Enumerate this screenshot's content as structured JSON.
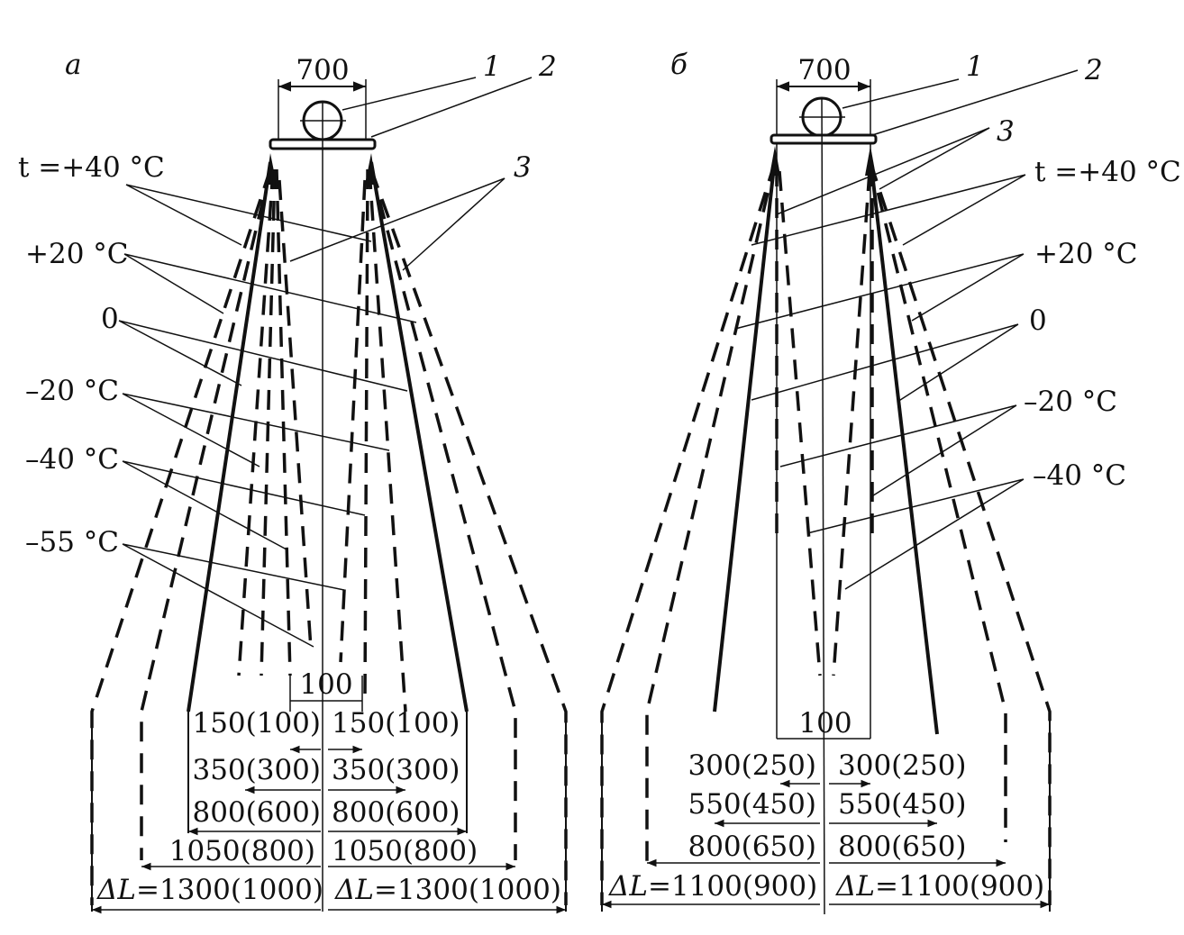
{
  "panel_a": {
    "letter": "а",
    "top_width": "700",
    "callouts": [
      "1",
      "2",
      "3"
    ],
    "temperatures": [
      "t =+40 °C",
      "+20 °C",
      "0",
      "–20 °C",
      "–40 °C",
      "–55 °C"
    ],
    "center_gap": "100",
    "dims_left": [
      "150(100)",
      "350(300)",
      "800(600)",
      "1050(800)"
    ],
    "dims_right": [
      "150(100)",
      "350(300)",
      "800(600)",
      "1050(800)"
    ],
    "delta_prefix": "ΔL",
    "delta_left": "=1300(1000)",
    "delta_right": "=1300(1000)"
  },
  "panel_b": {
    "letter": "б",
    "top_width": "700",
    "callouts": [
      "1",
      "2",
      "3"
    ],
    "temperatures": [
      "t =+40 °C",
      "+20 °C",
      "0",
      "–20 °C",
      "–40 °C"
    ],
    "center_gap": "100",
    "dims_left": [
      "300(250)",
      "550(450)",
      "800(650)"
    ],
    "dims_right": [
      "300(250)",
      "550(450)",
      "800(650)"
    ],
    "delta_prefix": "ΔL",
    "delta_left": "=1100(900)",
    "delta_right": "=1100(900)"
  },
  "colors": {
    "ink": "#111111",
    "paper": "#ffffff"
  }
}
